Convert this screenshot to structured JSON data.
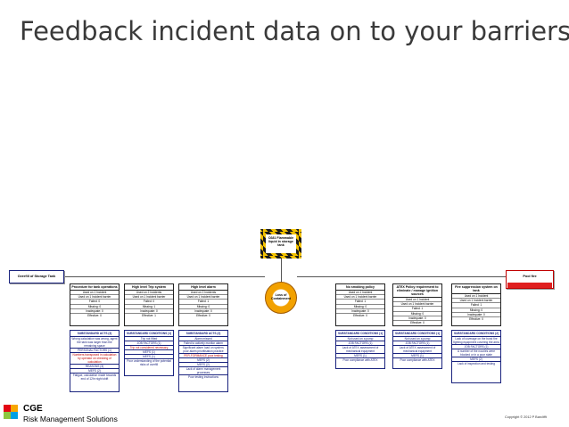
{
  "slide": {
    "title": "Feedback incident data on to your barriers"
  },
  "diagram": {
    "hazard": "C681 Flammable liquid in storage tank",
    "top_event": "Loss of Containment",
    "threat": "Overfill of Storage Tank",
    "consequence": "Pool fire",
    "barriers_left": [
      {
        "title": "Procedure for tank operations",
        "rows": [
          "Used on 1 Incident",
          "Used on 1 Incident barrier",
          "Failed: 0",
          "Missing: 0",
          "Inadequate: 0",
          "Effective: 0"
        ],
        "sub_title": "SUBSTANDARD ACTS (3)",
        "sub_rows": [
          "Wrong calculation was wrong, agent the tank was larger than the remaining space",
          "PERSONAL FACTORS (1)",
          "Numbers transposed in calculation by operator on checking of calculation",
          "REASONS (3)",
          "MEFS (2)",
          "Fatigue, calculation made towards end of 12hr night shift"
        ],
        "sub_red": [
          2
        ]
      },
      {
        "title": "High level Trip system",
        "rows": [
          "Used on 2 Incidents",
          "Used on 1 Incident barrier",
          "Failed: 0",
          "Missing: 1",
          "Inadequate: 0",
          "Effective: 1"
        ],
        "sub_title": "SUBSTANDARD CONDITIONS (1)",
        "sub_rows": [
          "Trip not fitted",
          "JOB FACTORS (1)",
          "Trip not considered necessary",
          "MEFS (1)",
          "MEFS (1)",
          "Poor understanding of the potential risks of overfill"
        ],
        "sub_red": [
          2
        ]
      },
      {
        "title": "High level alarm",
        "rows": [
          "Used on 2 Incidents",
          "Used on 1 Incident barrier",
          "Failed: 1",
          "Missing: 0",
          "Inadequate: 0",
          "Effective: 0"
        ],
        "sub_title": "SUBSTANDARD ACTS (2)",
        "sub_rows": [
          "Alarm missed",
          "Failed to actively monitor alarm",
          "Significant alarm load on system, poor alarm prioritisation practice",
          "PER-FORMANCE poor testing",
          "MEFS (2)",
          "MEFS (2)",
          "Lack of alarm management processes",
          "Poor testing instructions"
        ],
        "sub_red": [
          3
        ]
      }
    ],
    "barriers_right": [
      {
        "title": "No smoking policy",
        "rows": [
          "Used on 1 Incident",
          "Used on 1 Incident barrier",
          "Failed: 1",
          "Missing: 0",
          "Inadequate: 0",
          "Effective: 0"
        ],
        "sub_title": "SUBSTANDARD CONDITIONS (1)",
        "sub_rows": [
          "Not used on a pump",
          "JOB FACTORS (1)",
          "Lack of ATEX assessment of mechanical equipment",
          "MEFS (1)",
          "Poor compliance with ATEX"
        ],
        "sub_red": []
      },
      {
        "title": "ATEX Policy requirement to eliminate / manage ignition sources",
        "rows": [
          "Used on 1 Incident",
          "Used on 1 Incident barrier",
          "Failed: 1",
          "Missing: 0",
          "Inadequate: 0",
          "Effective: 0"
        ],
        "sub_title": "SUBSTANDARD CONDITIONS (1)",
        "sub_rows": [
          "Not used on a pump",
          "JOB FACTORS (1)",
          "Lack of ATEX assessment of mechanical equipment",
          "MEFS (1)",
          "Poor compliance with ATEX"
        ],
        "sub_red": []
      },
      {
        "title": "Fire suppression system on tank",
        "rows": [
          "Used on 1 Incident",
          "Used on 1 Incident barrier",
          "Failed: 1",
          "Missing: 0",
          "Inadequate: 0",
          "Effective: 0"
        ],
        "sub_title": "SUBSTANDARD CONDITIONS (2)",
        "sub_rows": [
          "Lack of coverage on the bund fire fighting equipment covering the area",
          "JOB FACTORS (1)",
          "A number of the nozzles were blocked or in a poor state",
          "MEFS (2)",
          "Lack of inspection and testing"
        ],
        "sub_red": []
      }
    ],
    "colors": {
      "hazard_stripe_yellow": "#f3c200",
      "hazard_stripe_black": "#1a1a1a",
      "top_event_orange": "#f2a100",
      "consequence_red": "#e02020",
      "sub_border_blue": "#1a237e"
    }
  },
  "footer": {
    "brand_name": "CGE",
    "brand_tagline": "Risk Management Solutions",
    "copyright": "Copyright © 2012 P Barclifft",
    "logo_colors": [
      "#e30613",
      "#f7a600",
      "#8dc63f",
      "#00a0e3"
    ]
  }
}
